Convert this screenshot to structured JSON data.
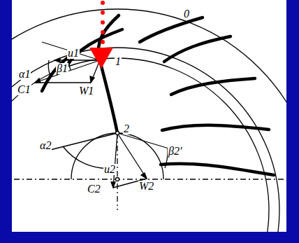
{
  "diagram": {
    "labels": [
      "0",
      "1",
      "2",
      "β1",
      "α1",
      "u1",
      "C1",
      "W1",
      "α2",
      "β2'",
      "u2",
      "C2",
      "W2"
    ]
  }
}
